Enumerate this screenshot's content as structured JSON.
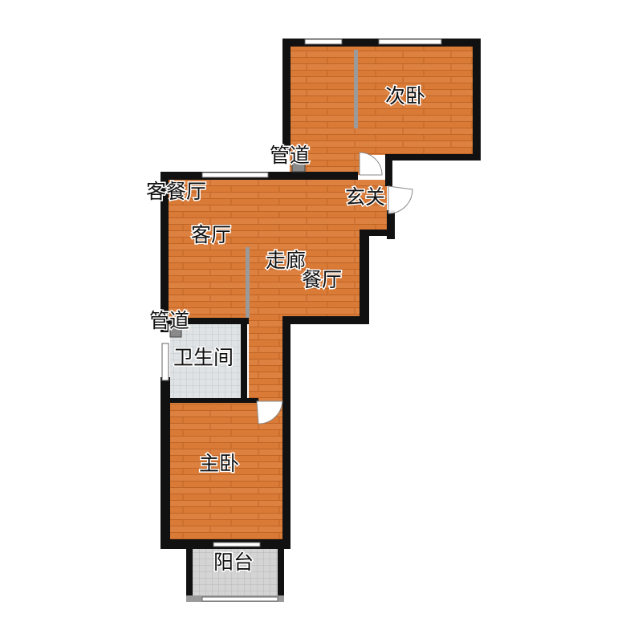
{
  "rooms": {
    "second_bedroom": "次卧",
    "pipe_shaft_top": "管道",
    "living_dining": "客餐厅",
    "entrance": "玄关",
    "living_room": "客厅",
    "corridor": "走廊",
    "dining_room": "餐厅",
    "pipe_shaft_left": "管道",
    "bathroom": "卫生间",
    "master_bedroom": "主卧",
    "balcony": "阳台"
  },
  "colors": {
    "wall": "#111111",
    "floor_wood": "#d97a36",
    "floor_wood_dark": "#c8692a",
    "tile_bathroom": "#dfe3e5",
    "tile_balcony": "#d2d2d2",
    "partition": "#9a9a9a",
    "window": "#ffffff"
  }
}
